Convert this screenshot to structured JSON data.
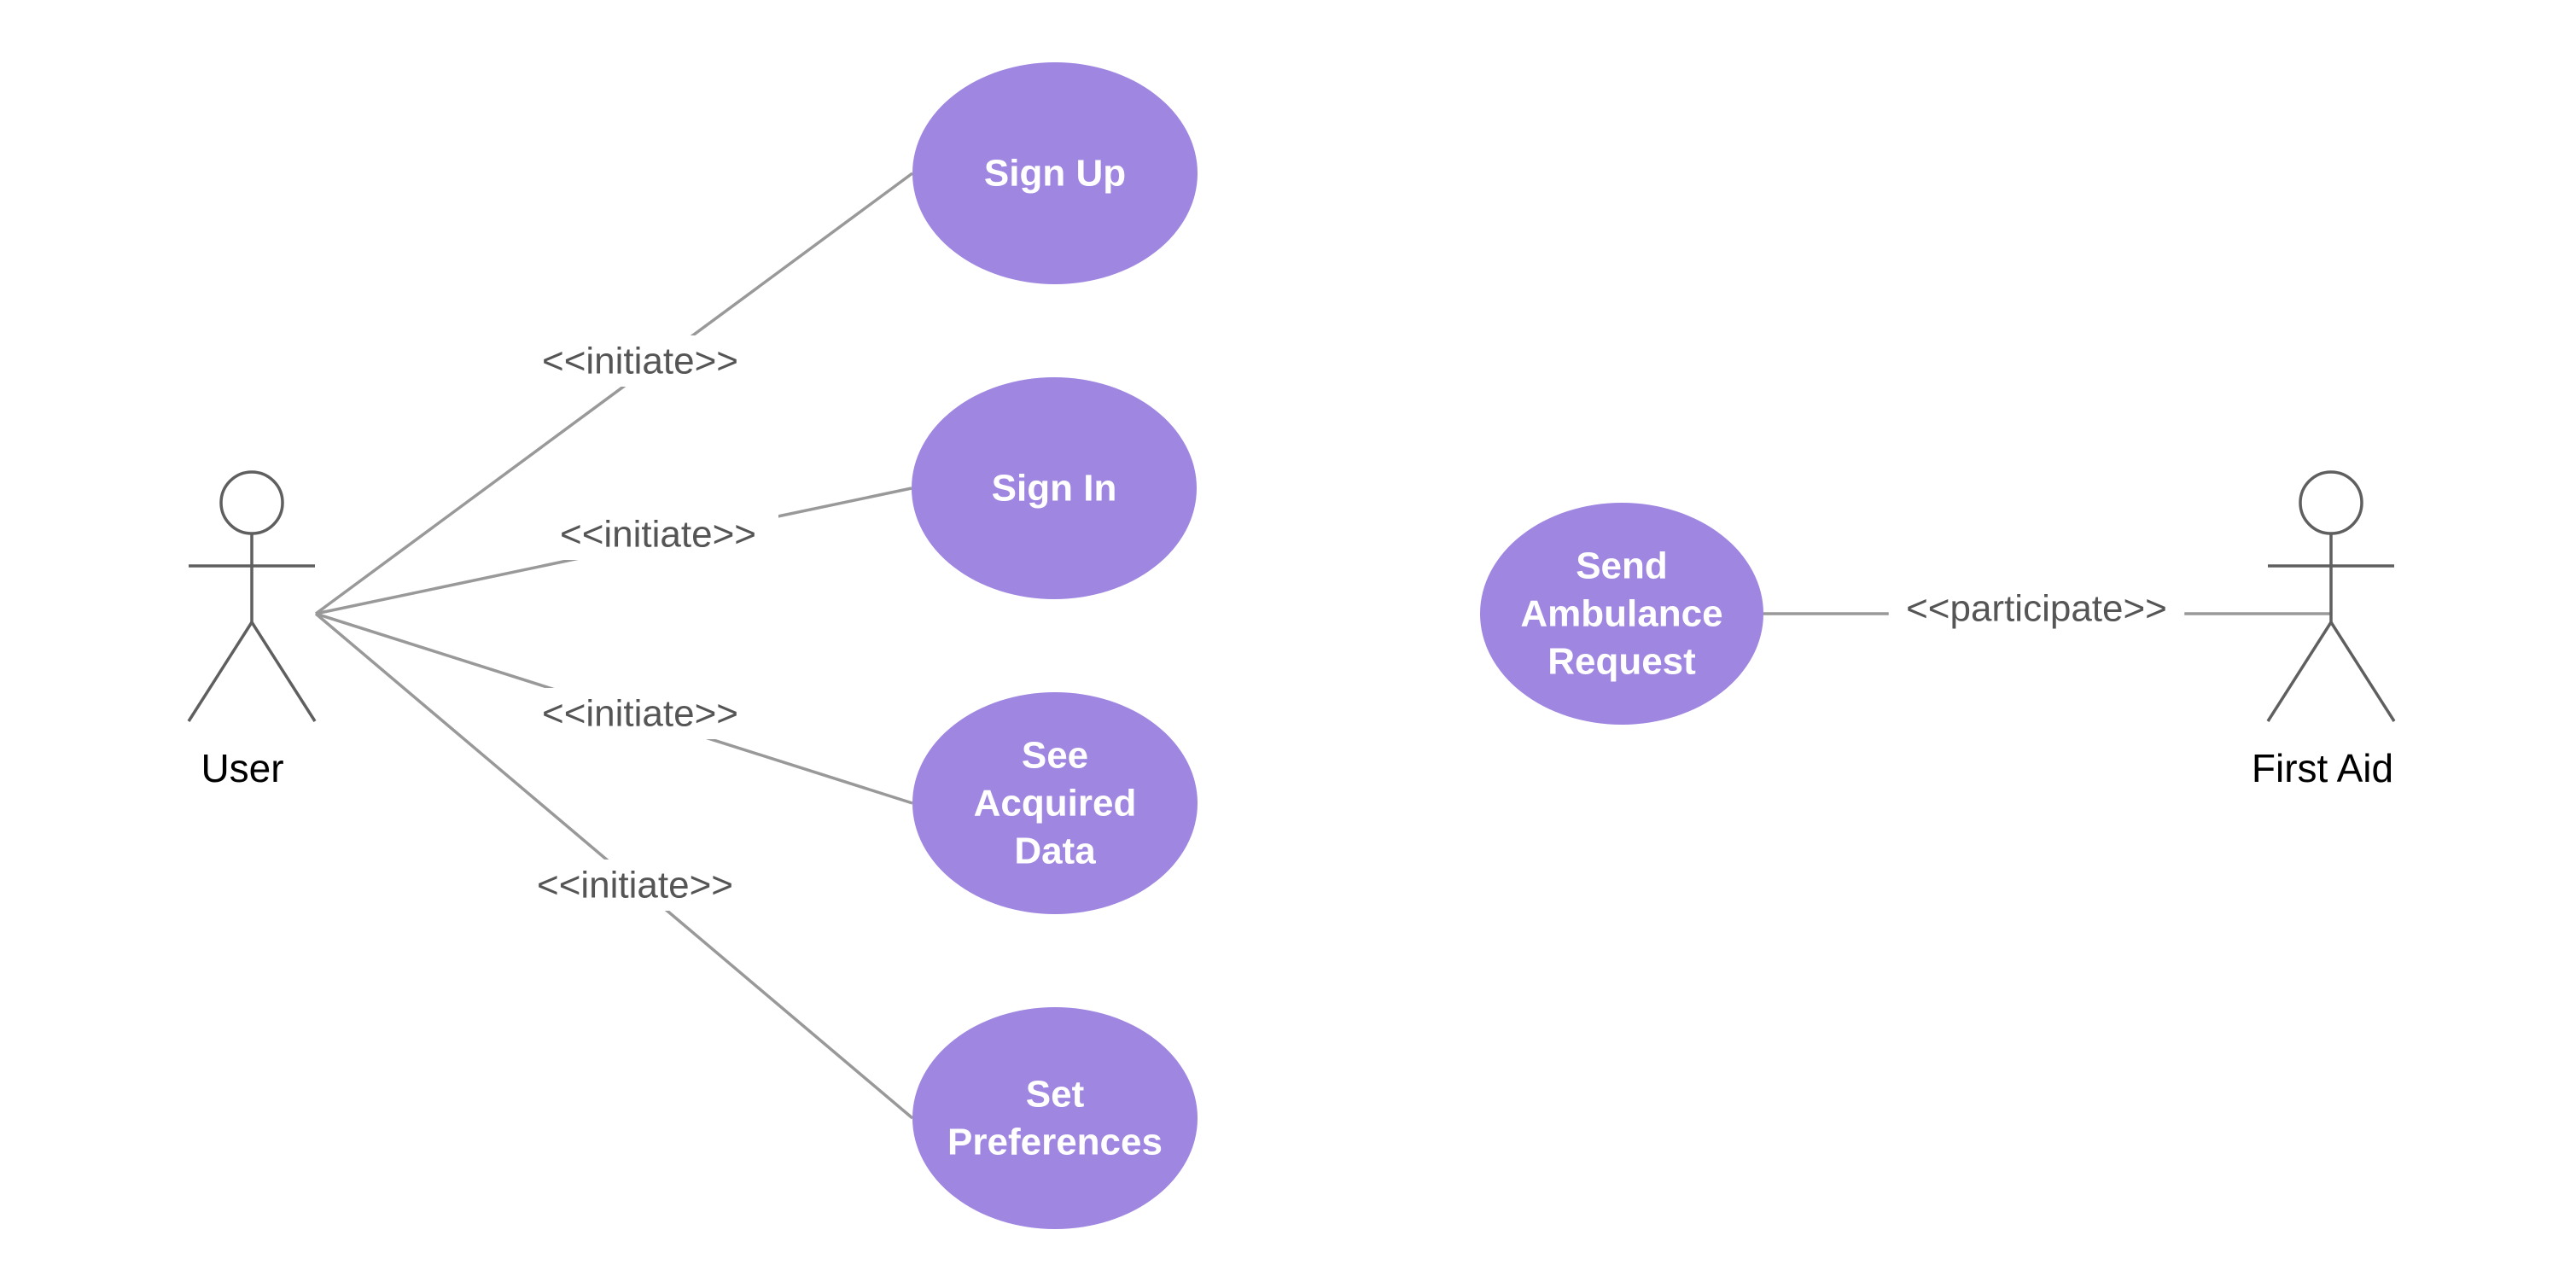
{
  "actors": [
    {
      "id": "user",
      "name": "User",
      "icon": "stick-figure-icon"
    },
    {
      "id": "first-aid",
      "name": "First Aid",
      "icon": "stick-figure-icon"
    }
  ],
  "use_cases": [
    {
      "id": "sign-up",
      "lines": [
        "Sign Up"
      ]
    },
    {
      "id": "sign-in",
      "lines": [
        "Sign In"
      ]
    },
    {
      "id": "see-acquired-data",
      "lines": [
        "See",
        "Acquired",
        "Data"
      ]
    },
    {
      "id": "set-preferences",
      "lines": [
        "Set",
        "Preferences"
      ]
    },
    {
      "id": "send-ambulance-request",
      "lines": [
        "Send",
        "Ambulance",
        "Request"
      ]
    }
  ],
  "associations": [
    {
      "from": "user",
      "to": "sign-up",
      "label": "<<initiate>>"
    },
    {
      "from": "user",
      "to": "sign-in",
      "label": "<<initiate>>"
    },
    {
      "from": "user",
      "to": "see-acquired-data",
      "label": "<<initiate>>"
    },
    {
      "from": "user",
      "to": "set-preferences",
      "label": "<<initiate>>"
    },
    {
      "from": "send-ambulance-request",
      "to": "first-aid",
      "label": "<<participate>>"
    }
  ],
  "colors": {
    "use_case_fill": "#9f86e0",
    "use_case_text": "#ffffff",
    "connector": "#999999",
    "actor_stroke": "#5f5f5f",
    "label_text": "#555555"
  }
}
